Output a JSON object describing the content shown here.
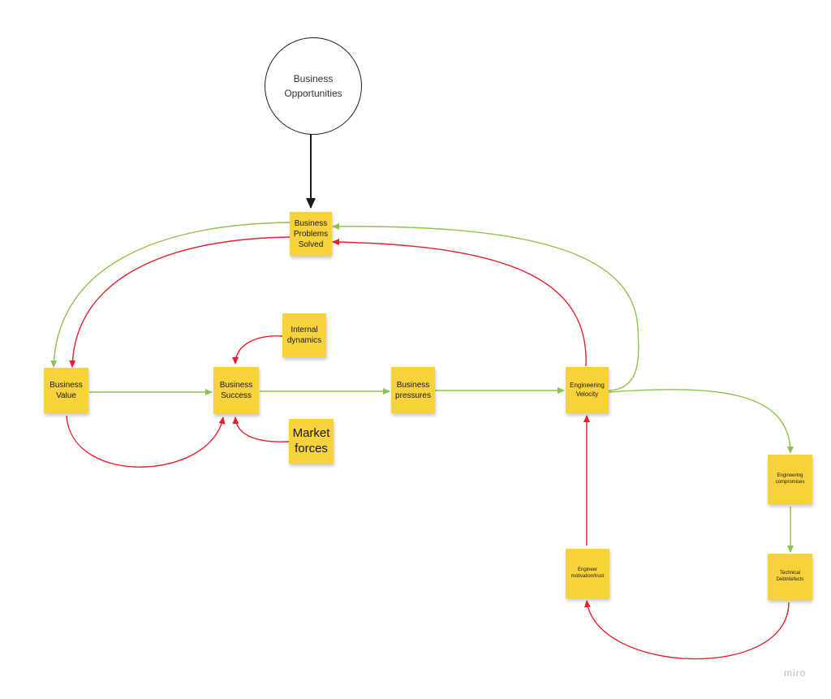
{
  "source_node": {
    "label": "Business\nOpportunities"
  },
  "nodes": {
    "business_problems_solved": "Business\nProblems\nSolved",
    "business_value": "Business\nValue",
    "business_success": "Business\nSuccess",
    "internal_dynamics": "Internal\ndynamics",
    "market_forces": "Market\nforces",
    "business_pressures": "Business\npressures",
    "engineering_velocity": "Engineering\nVelocity",
    "engineering_compromises": "Engineering\ncompromises",
    "technical_debt": "Technical\nDebt/defects",
    "engineer_motivation": "Engineer\nmotivation/trust"
  },
  "colors": {
    "note": "#f8d23a",
    "positive_arrow": "#8cc34d",
    "negative_arrow": "#e4202a",
    "source_arrow": "#1a1a1a"
  },
  "watermark": "miro"
}
